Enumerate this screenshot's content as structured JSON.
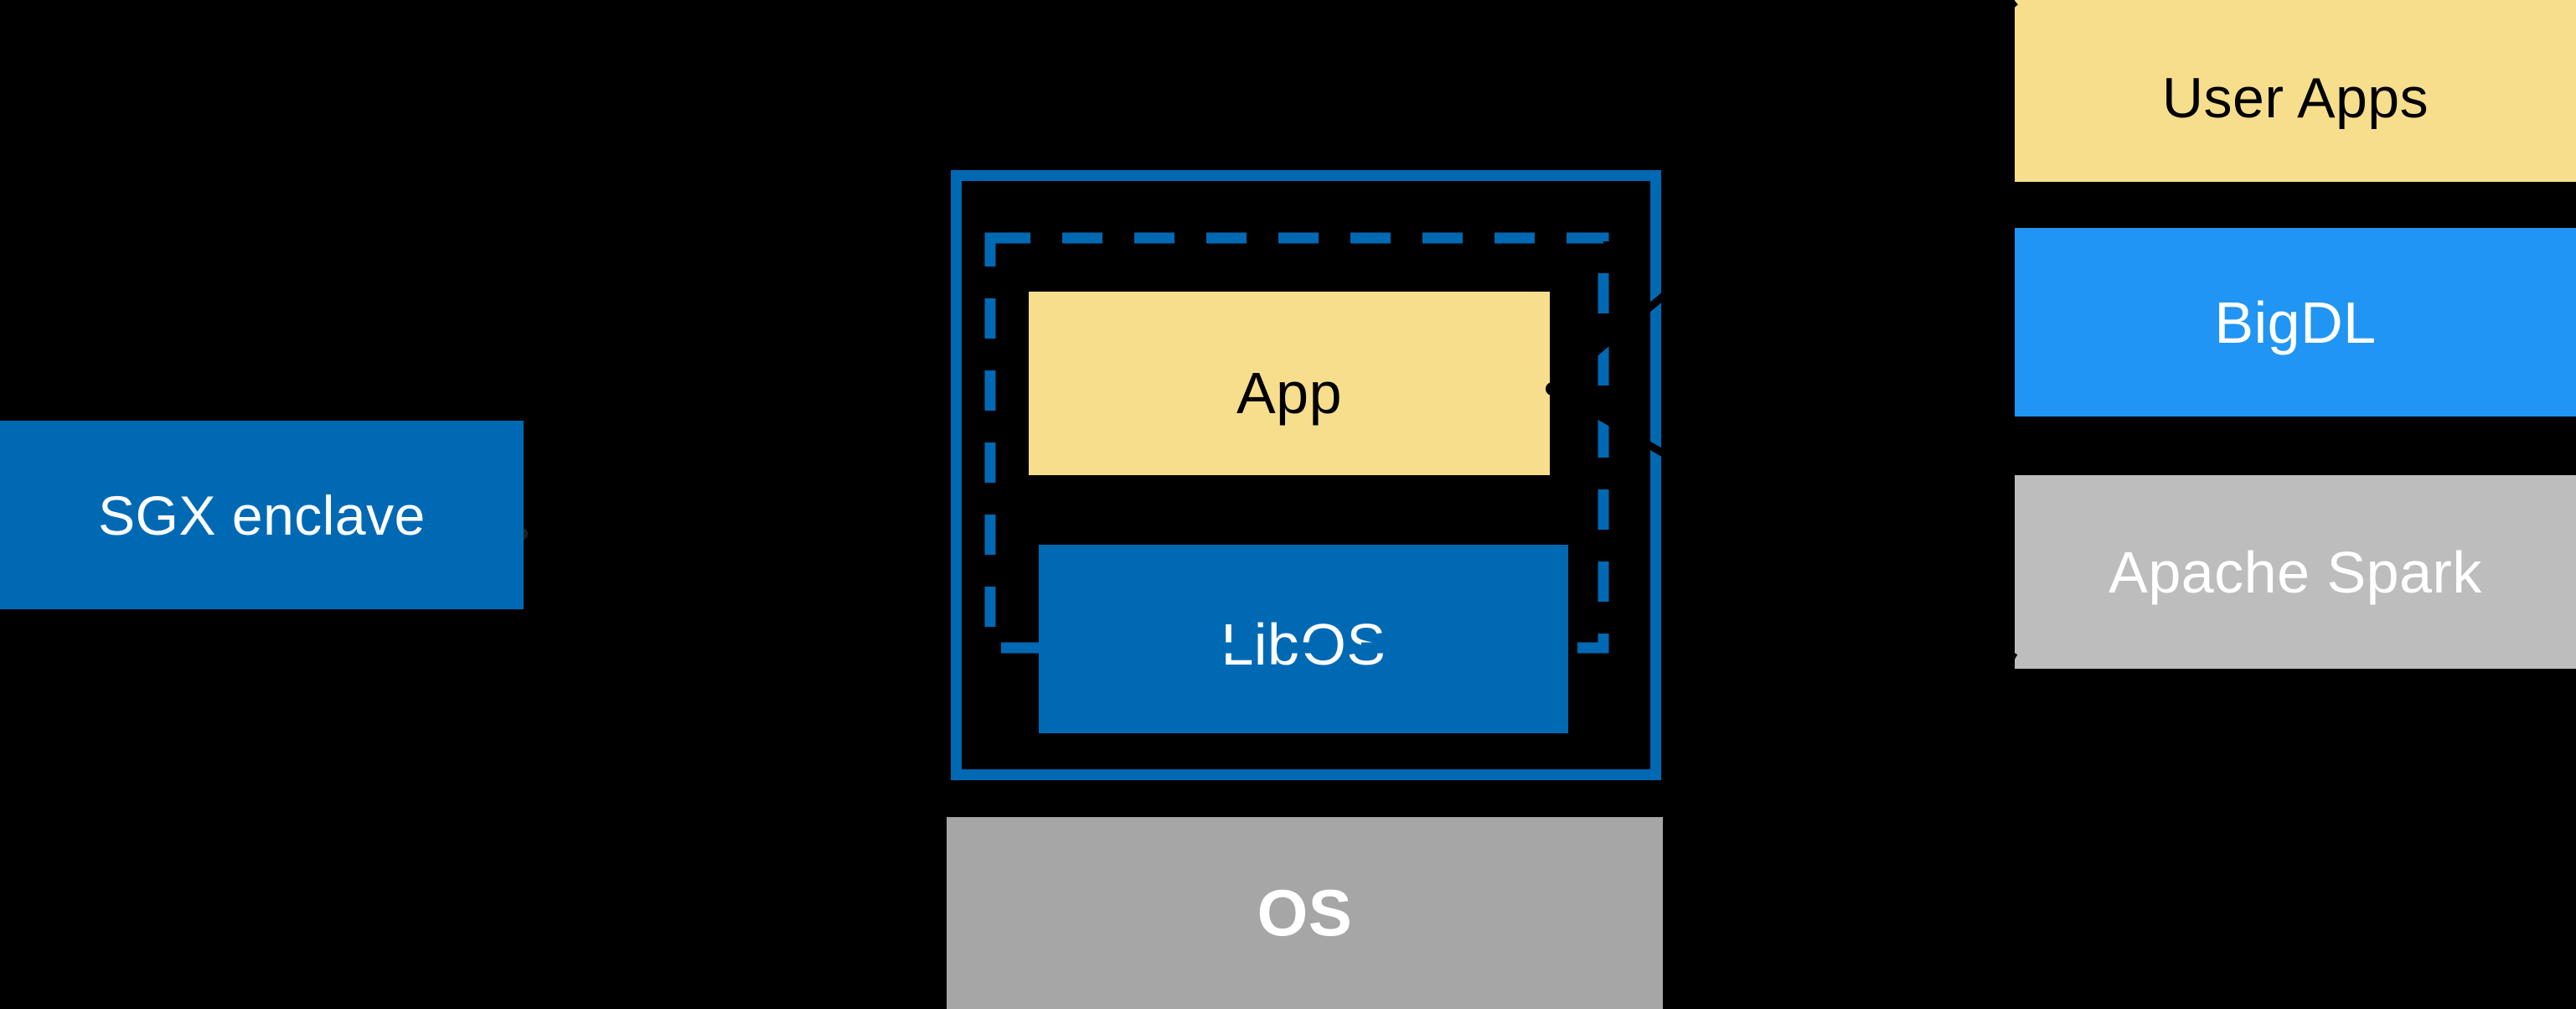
{
  "diagram": {
    "title_context": "SGX enclave LibOS architecture diagram",
    "background_color": "#000000",
    "colors": {
      "intel_blue": "#0069B4",
      "bigdl_blue": "#2095F3",
      "app_yellow": "#F7DE8D",
      "spark_gray": "#BDBDBD",
      "os_gray": "#A6A6A6",
      "callout_line_black": "#000000",
      "leader_dot_dark": "#1F1F1F",
      "text_white": "#FFFFFF",
      "text_black": "#000000"
    },
    "sgx_callout": {
      "label": "SGX enclave"
    },
    "enclave": {
      "app_label": "App",
      "libos_label": "LibOS"
    },
    "os": {
      "label": "OS"
    },
    "stack": {
      "items": [
        {
          "label": "User Apps"
        },
        {
          "label": "BigDL"
        },
        {
          "label": "Apache Spark"
        }
      ]
    }
  }
}
